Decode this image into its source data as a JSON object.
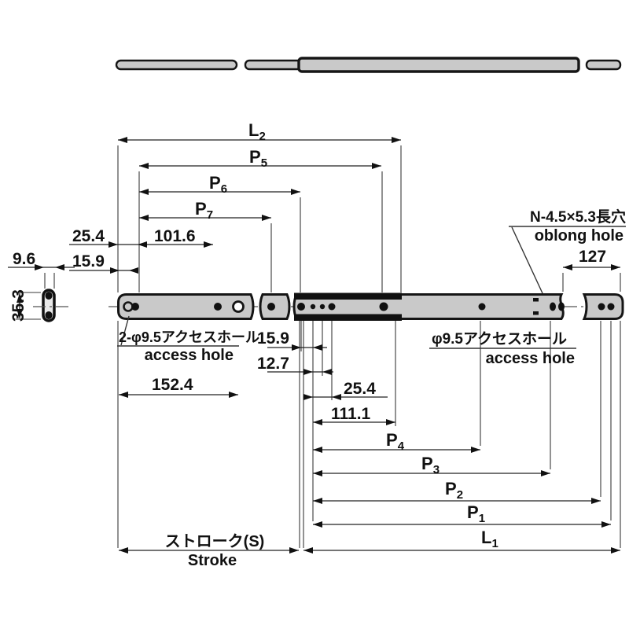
{
  "drawing": {
    "dims": {
      "L2": {
        "base": "L",
        "sub": "2"
      },
      "P5": {
        "base": "P",
        "sub": "5"
      },
      "P6": {
        "base": "P",
        "sub": "6"
      },
      "P7": {
        "base": "P",
        "sub": "7"
      },
      "P4": {
        "base": "P",
        "sub": "4"
      },
      "P3": {
        "base": "P",
        "sub": "3"
      },
      "P2": {
        "base": "P",
        "sub": "2"
      },
      "P1": {
        "base": "P",
        "sub": "1"
      },
      "L1": {
        "base": "L",
        "sub": "1"
      }
    },
    "meas": {
      "left_254": "25.4",
      "left_1016": "101.6",
      "left_96": "9.6",
      "left_159": "15.9",
      "left_353": "35.3",
      "left_1524": "152.4",
      "right_159": "15.9",
      "right_127": "12.7",
      "right_254": "25.4",
      "right_1111": "111.1",
      "right_127len": "127"
    },
    "notes": {
      "oblong_jp": "N-4.5×5.3長穴",
      "oblong_en": "oblong hole",
      "access_left_jp": "2-φ9.5アクセスホール",
      "access_left_en": "access hole",
      "access_right_jp": "φ9.5アクセスホール",
      "access_right_en": "access hole",
      "stroke_jp": "ストローク(S)",
      "stroke_en": "Stroke"
    },
    "colors": {
      "line": "#1a1a1a",
      "rail_fill": "#c9c9c9",
      "background": "#ffffff"
    }
  }
}
